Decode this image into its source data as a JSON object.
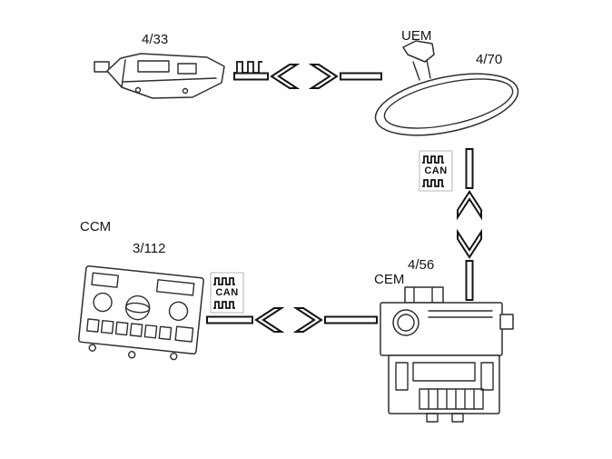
{
  "colors": {
    "background": "#ffffff",
    "line": "#2e2e2e",
    "label": "#141414",
    "icon_box_border": "#b5b5b5"
  },
  "components": {
    "rain_sensor": {
      "ref": "4/33"
    },
    "uem": {
      "label": "UEM",
      "ref": "4/70"
    },
    "ccm": {
      "label": "CCM",
      "ref": "3/112"
    },
    "cem": {
      "label": "CEM",
      "ref": "4/56"
    }
  },
  "buses": {
    "can_upper": {
      "label": "CAN"
    },
    "can_lower": {
      "label": "CAN"
    }
  },
  "icons": {
    "signal_wave": "square-wave-icon",
    "can_upper_wave": "square-wave-icon",
    "can_lower_wave": "square-wave-icon"
  }
}
